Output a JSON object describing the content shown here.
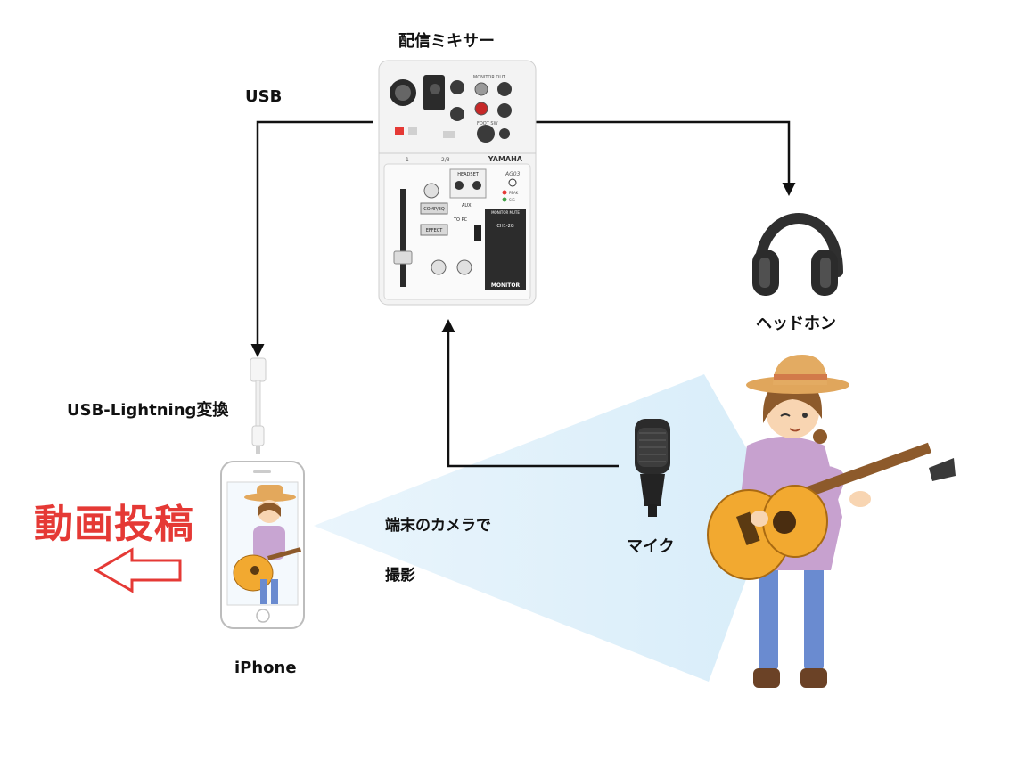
{
  "labels": {
    "mixer": "配信ミキサー",
    "usb": "USB",
    "headphones": "ヘッドホン",
    "adapter": "USB-Lightning変換",
    "upload": "動画投稿",
    "camera_line1": "端末のカメラで",
    "camera_line2": "撮影",
    "mic": "マイク",
    "phone": "iPhone"
  },
  "mixer_panel": {
    "brand": "YAMAHA",
    "model": "AG03",
    "monitor_out": "MONITOR OUT",
    "headset": "HEADSET",
    "comp_eq": "COMP/EQ",
    "effect": "EFFECT",
    "to_pc": "TO PC",
    "monitor": "MONITOR",
    "monitor_mute": "MONITOR MUTE",
    "ch": "CH1-2G",
    "aux": "AUX",
    "foot_sw": "FOOT SW",
    "peak": "PEAK",
    "sig": "SIG",
    "ch_num_1": "1",
    "ch_num_23": "2/3"
  },
  "colors": {
    "upload_red": "#e53935",
    "arrow": "#111111",
    "cone": "#e3f2fb"
  }
}
